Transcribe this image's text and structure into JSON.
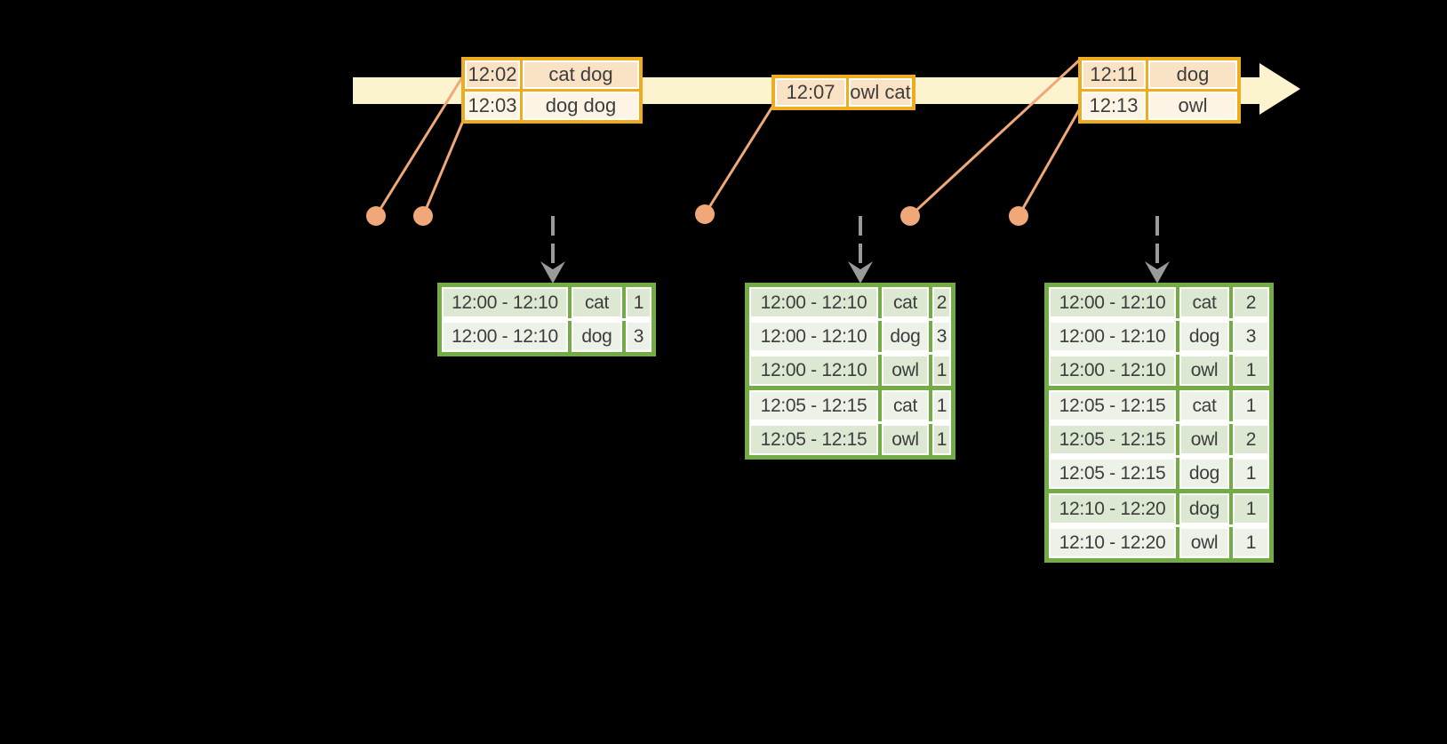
{
  "colors": {
    "bg": "#000000",
    "text": "#3d3d3d",
    "gold": "#eead1f",
    "event-dark": "#fae3c4",
    "event-light": "#fdf4e5",
    "timeline": "#fcf3cf",
    "salmon": "#f0a878",
    "arrow-gray": "#9a9a9a",
    "green": "#73ac44",
    "green-dark": "#dce8d2",
    "green-light": "#edf2e8"
  },
  "event_tables": [
    {
      "rows": [
        [
          "12:02",
          "cat dog"
        ],
        [
          "12:03",
          "dog dog"
        ]
      ]
    },
    {
      "rows": [
        [
          "12:07",
          "owl cat"
        ]
      ]
    },
    {
      "rows": [
        [
          "12:11",
          "dog"
        ],
        [
          "12:13",
          "owl"
        ]
      ]
    }
  ],
  "result_tables": [
    {
      "rows": [
        {
          "cells": [
            "12:00 - 12:10",
            "cat",
            "1"
          ],
          "group": 0
        },
        {
          "cells": [
            "12:00 - 12:10",
            "dog",
            "3"
          ],
          "group": 0
        }
      ]
    },
    {
      "rows": [
        {
          "cells": [
            "12:00 - 12:10",
            "cat",
            "2"
          ],
          "group": 0
        },
        {
          "cells": [
            "12:00 - 12:10",
            "dog",
            "3"
          ],
          "group": 0
        },
        {
          "cells": [
            "12:00 - 12:10",
            "owl",
            "1"
          ],
          "group": 0
        },
        {
          "cells": [
            "12:05 - 12:15",
            "cat",
            "1"
          ],
          "group": 1
        },
        {
          "cells": [
            "12:05 - 12:15",
            "owl",
            "1"
          ],
          "group": 1
        }
      ]
    },
    {
      "rows": [
        {
          "cells": [
            "12:00 - 12:10",
            "cat",
            "2"
          ],
          "group": 0
        },
        {
          "cells": [
            "12:00 - 12:10",
            "dog",
            "3"
          ],
          "group": 0
        },
        {
          "cells": [
            "12:00 - 12:10",
            "owl",
            "1"
          ],
          "group": 0
        },
        {
          "cells": [
            "12:05 - 12:15",
            "cat",
            "1"
          ],
          "group": 1
        },
        {
          "cells": [
            "12:05 - 12:15",
            "owl",
            "2"
          ],
          "group": 1
        },
        {
          "cells": [
            "12:05 - 12:15",
            "dog",
            "1"
          ],
          "group": 1
        },
        {
          "cells": [
            "12:10 - 12:20",
            "dog",
            "1"
          ],
          "group": 2
        },
        {
          "cells": [
            "12:10 - 12:20",
            "owl",
            "1"
          ],
          "group": 2
        }
      ]
    }
  ]
}
